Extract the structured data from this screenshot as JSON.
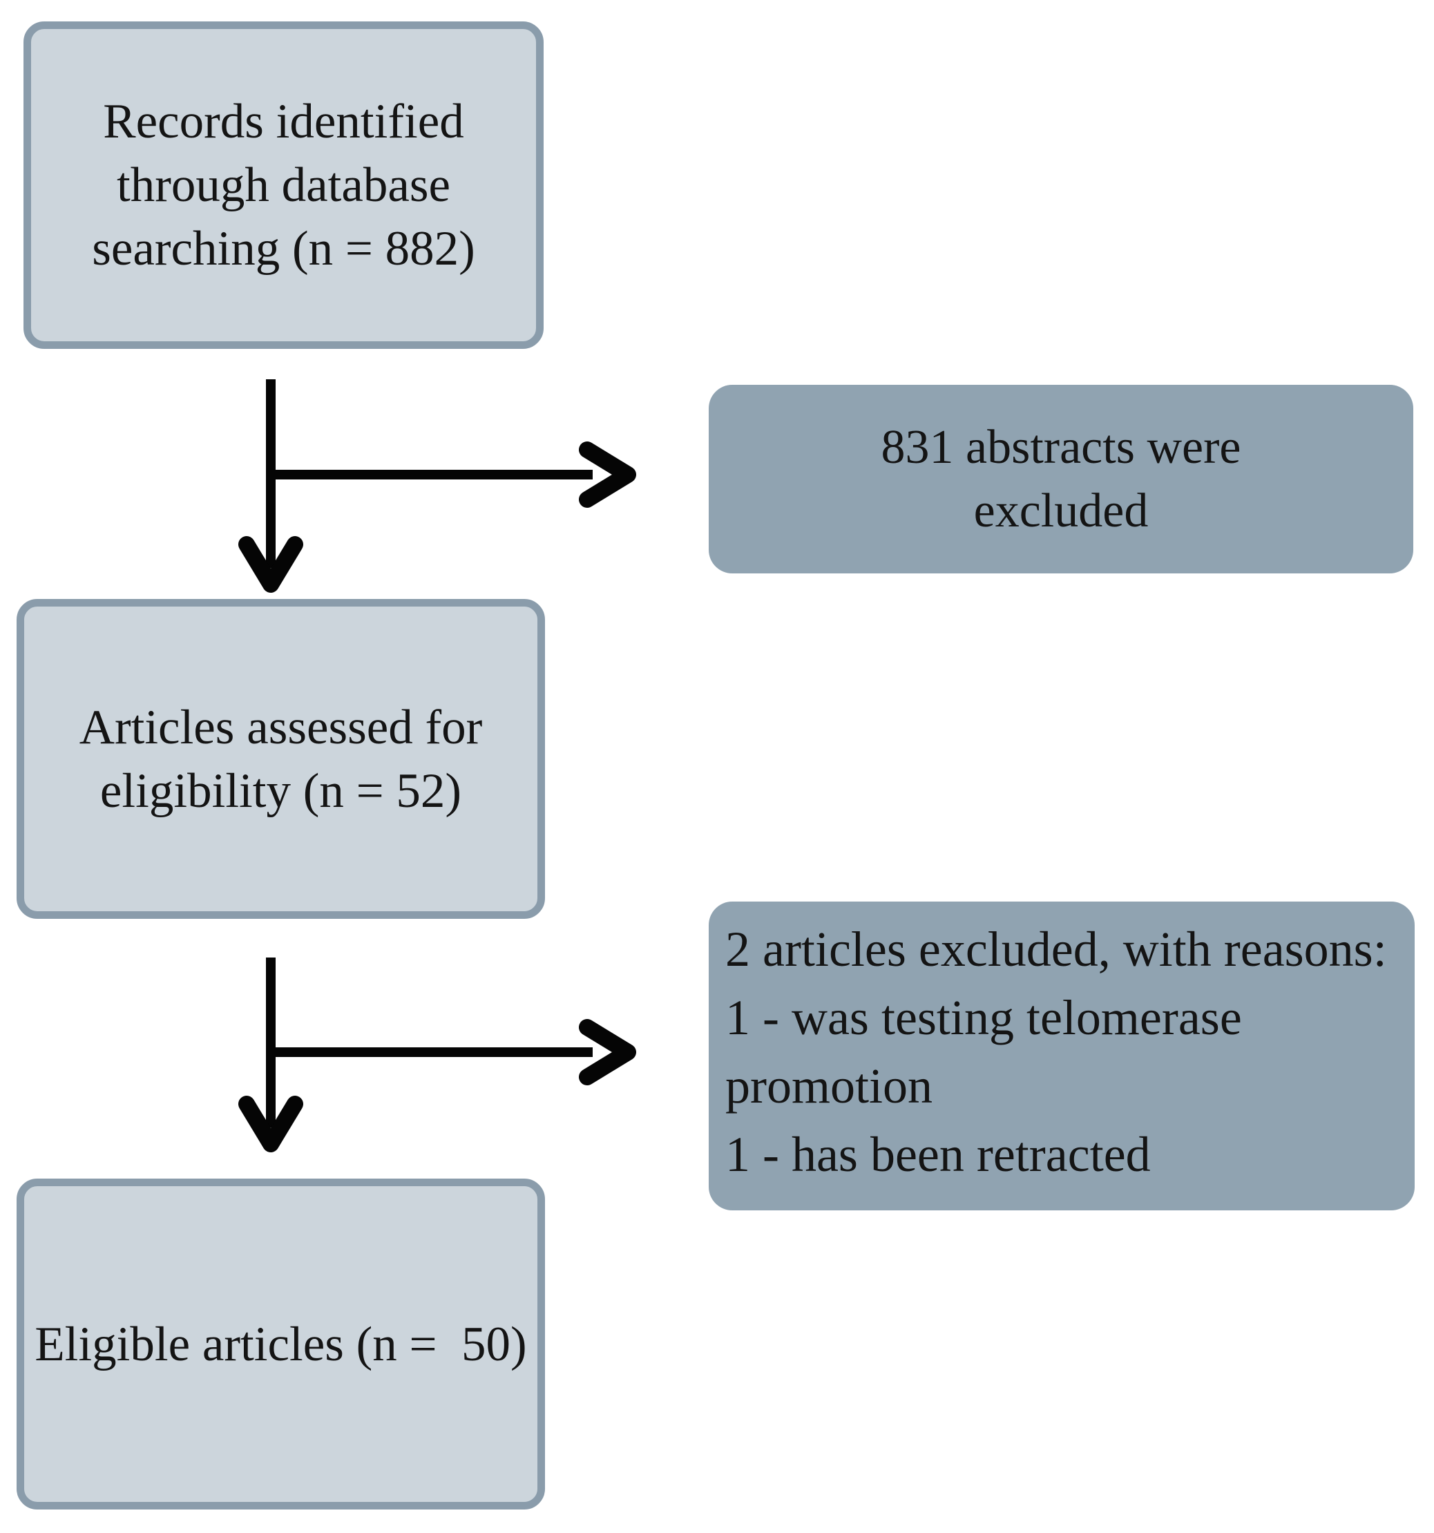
{
  "colors": {
    "background": "#ffffff",
    "main_box_fill": "#ccd5dc",
    "main_box_border": "#8a9cab",
    "exclusion_box_fill": "#90a3b1",
    "arrow": "#050505",
    "text": "#141414"
  },
  "flowchart": {
    "main_boxes": {
      "records": {
        "lines": [
          "Records identified",
          "through database",
          "searching (n = 882)"
        ]
      },
      "assessed": {
        "lines": [
          "Articles assessed for",
          "eligibility (n = 52)"
        ]
      },
      "eligible": {
        "lines": [
          "Eligible articles (n =  50)"
        ]
      }
    },
    "exclusion_boxes": {
      "abstracts": {
        "lines": [
          "831 abstracts were",
          "excluded"
        ]
      },
      "reasons": {
        "lines": [
          "2 articles excluded, with reasons:",
          "1 - was testing telomerase",
          "promotion",
          "1 - has been retracted"
        ]
      }
    }
  }
}
